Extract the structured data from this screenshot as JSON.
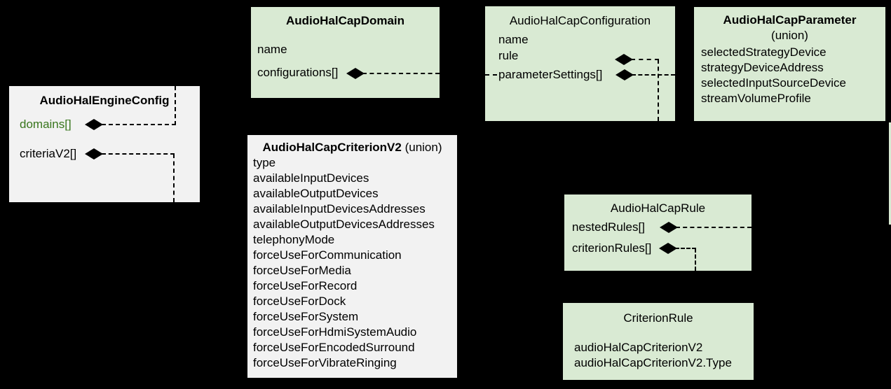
{
  "diagram": {
    "background_color": "#000000",
    "box_fill_green": "#d9ead3",
    "box_fill_gray": "#f2f2f2",
    "connector_color": "#000000",
    "highlight_text_color": "#38761d",
    "boxes": [
      {
        "id": "engine_config",
        "title": "AudioHalEngineConfig",
        "variant": "gray",
        "fields": [
          {
            "label": "domains[]",
            "text_color": "#38761d",
            "composition": true
          },
          {
            "label": "criteriaV2[]",
            "composition": true
          }
        ]
      },
      {
        "id": "domain",
        "title": "AudioHalCapDomain",
        "variant": "green",
        "fields": [
          {
            "label": "name"
          },
          {
            "label": "configurations[]",
            "composition": true
          }
        ]
      },
      {
        "id": "configuration",
        "title": "AudioHalCapConfiguration",
        "variant": "green",
        "fields": [
          {
            "label": "name"
          },
          {
            "label": "rule",
            "composition": true
          },
          {
            "label": "parameterSettings[]",
            "composition": true
          }
        ]
      },
      {
        "id": "parameter",
        "title": "AudioHalCapParameter",
        "subtitle": "(union)",
        "variant": "green",
        "fields": [
          {
            "label": "selectedStrategyDevice"
          },
          {
            "label": "strategyDeviceAddress"
          },
          {
            "label": "selectedInputSourceDevice"
          },
          {
            "label": "streamVolumeProfile"
          }
        ]
      },
      {
        "id": "criterion_v2",
        "title": "AudioHalCapCriterionV2",
        "title_suffix": " (union)",
        "variant": "gray",
        "fields": [
          {
            "label": "type"
          },
          {
            "label": "availableInputDevices"
          },
          {
            "label": "availableOutputDevices"
          },
          {
            "label": "availableInputDevicesAddresses"
          },
          {
            "label": "availableOutputDevicesAddresses"
          },
          {
            "label": "telephonyMode"
          },
          {
            "label": "forceUseForCommunication"
          },
          {
            "label": "forceUseForMedia"
          },
          {
            "label": "forceUseForRecord"
          },
          {
            "label": "forceUseForDock"
          },
          {
            "label": "forceUseForSystem"
          },
          {
            "label": "forceUseForHdmiSystemAudio"
          },
          {
            "label": "forceUseForEncodedSurround"
          },
          {
            "label": "forceUseForVibrateRinging"
          }
        ]
      },
      {
        "id": "rule",
        "title": "AudioHalCapRule",
        "variant": "green",
        "fields": [
          {
            "label": "nestedRules[]",
            "composition": true
          },
          {
            "label": "criterionRules[]",
            "composition": true
          }
        ]
      },
      {
        "id": "criterion_rule",
        "title": "CriterionRule",
        "variant": "green",
        "fields": [
          {
            "label": "audioHalCapCriterionV2"
          },
          {
            "label": "audioHalCapCriterionV2.Type"
          }
        ]
      }
    ]
  }
}
